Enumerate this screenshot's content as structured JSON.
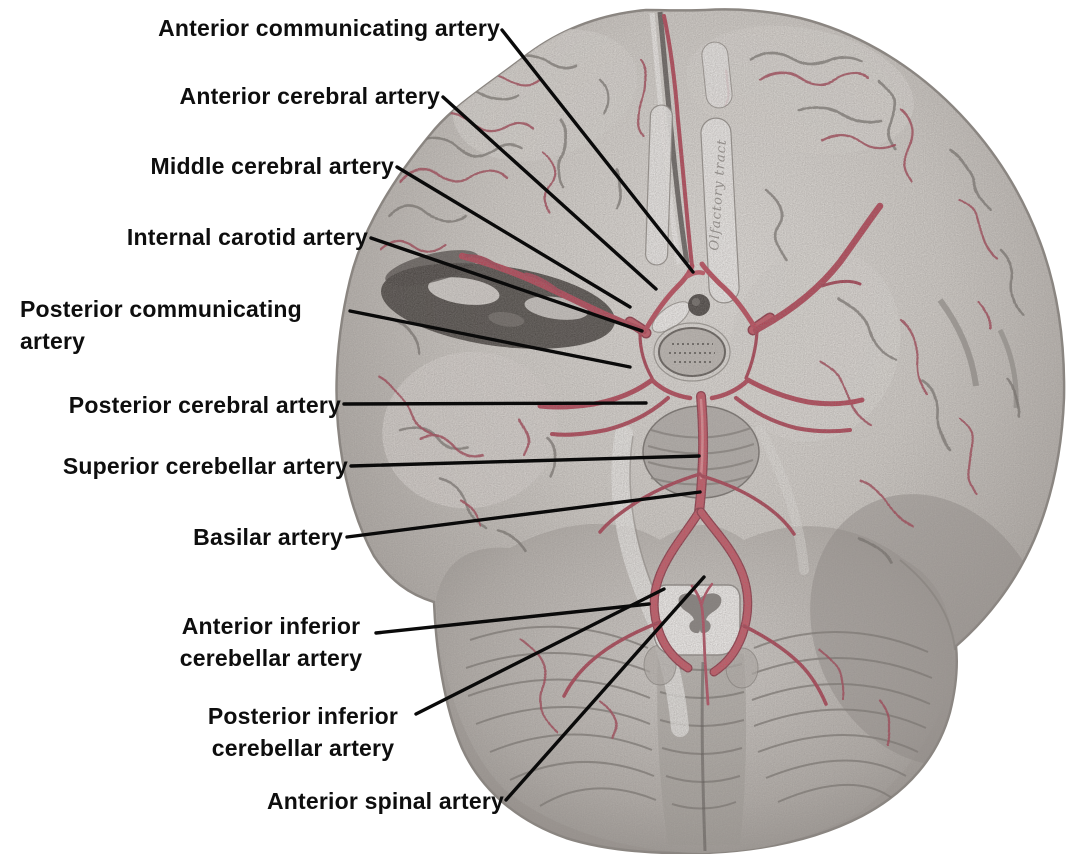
{
  "figure": {
    "description": "Arteries of the base of the brain, inferior view",
    "background": "#ffffff",
    "ink_color": "#0a0a0a",
    "artery_color": "#b23c4f",
    "artery_bright": "#c64f5f",
    "brain_gray": "#c9c5c1",
    "labels": [
      {
        "id": "anterior-communicating-artery",
        "lines": [
          "Anterior communicating artery"
        ]
      },
      {
        "id": "anterior-cerebral-artery",
        "lines": [
          "Anterior cerebral artery"
        ]
      },
      {
        "id": "middle-cerebral-artery",
        "lines": [
          "Middle cerebral artery"
        ]
      },
      {
        "id": "internal-carotid-artery",
        "lines": [
          "Internal carotid artery"
        ]
      },
      {
        "id": "posterior-communicating-artery",
        "lines": [
          "Posterior communicating",
          "artery"
        ]
      },
      {
        "id": "posterior-cerebral-artery",
        "lines": [
          "Posterior cerebral artery"
        ]
      },
      {
        "id": "superior-cerebellar-artery",
        "lines": [
          "Superior cerebellar artery"
        ]
      },
      {
        "id": "basilar-artery",
        "lines": [
          "Basilar artery"
        ]
      },
      {
        "id": "anterior-inferior-cerebellar-artery",
        "lines": [
          "Anterior inferior",
          "cerebellar artery"
        ]
      },
      {
        "id": "posterior-inferior-cerebellar-artery",
        "lines": [
          "Posterior inferior",
          "cerebellar artery"
        ]
      },
      {
        "id": "anterior-spinal-artery",
        "lines": [
          "Anterior spinal artery"
        ]
      }
    ],
    "engraving_label": "Olfactory tract"
  }
}
